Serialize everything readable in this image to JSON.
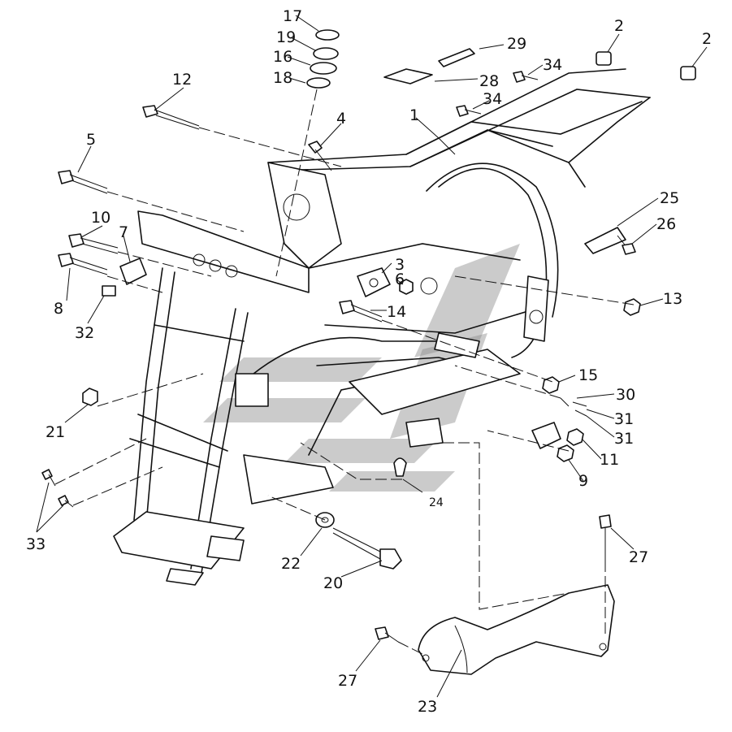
{
  "diagram": {
    "callouts": [
      {
        "id": "c1",
        "text": "1"
      },
      {
        "id": "c2a",
        "text": "2"
      },
      {
        "id": "c2b",
        "text": "2"
      },
      {
        "id": "c3",
        "text": "3"
      },
      {
        "id": "c4",
        "text": "4"
      },
      {
        "id": "c5",
        "text": "5"
      },
      {
        "id": "c6",
        "text": "6"
      },
      {
        "id": "c7",
        "text": "7"
      },
      {
        "id": "c8",
        "text": "8"
      },
      {
        "id": "c9",
        "text": "9"
      },
      {
        "id": "c10",
        "text": "10"
      },
      {
        "id": "c11",
        "text": "11"
      },
      {
        "id": "c12",
        "text": "12"
      },
      {
        "id": "c13",
        "text": "13"
      },
      {
        "id": "c14",
        "text": "14"
      },
      {
        "id": "c15",
        "text": "15"
      },
      {
        "id": "c16",
        "text": "16"
      },
      {
        "id": "c17",
        "text": "17"
      },
      {
        "id": "c18",
        "text": "18"
      },
      {
        "id": "c19",
        "text": "19"
      },
      {
        "id": "c20",
        "text": "20"
      },
      {
        "id": "c21",
        "text": "21"
      },
      {
        "id": "c22",
        "text": "22"
      },
      {
        "id": "c23",
        "text": "23"
      },
      {
        "id": "c24",
        "text": "24"
      },
      {
        "id": "c25",
        "text": "25"
      },
      {
        "id": "c26",
        "text": "26"
      },
      {
        "id": "c27a",
        "text": "27"
      },
      {
        "id": "c27b",
        "text": "27"
      },
      {
        "id": "c28",
        "text": "28"
      },
      {
        "id": "c29",
        "text": "29"
      },
      {
        "id": "c30",
        "text": "30"
      },
      {
        "id": "c31a",
        "text": "31"
      },
      {
        "id": "c31b",
        "text": "31"
      },
      {
        "id": "c32",
        "text": "32"
      },
      {
        "id": "c33",
        "text": "33"
      },
      {
        "id": "c34a",
        "text": "34"
      },
      {
        "id": "c34b",
        "text": "34"
      }
    ]
  }
}
